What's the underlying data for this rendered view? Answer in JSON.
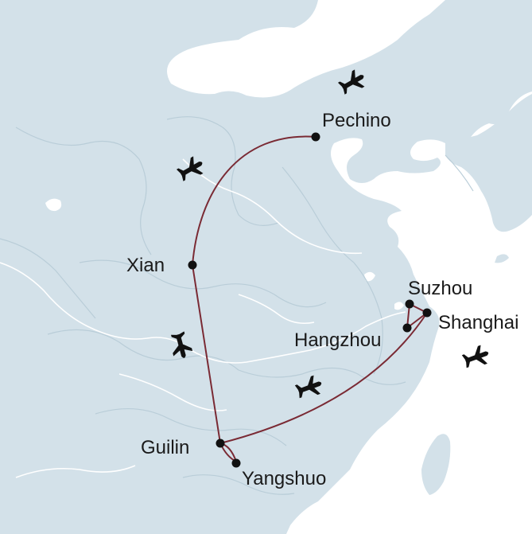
{
  "map": {
    "colors": {
      "land": "#d3e1e9",
      "sea": "#ffffff",
      "river": "#ffffff",
      "border": "#b9cdd8",
      "route": "#7a2a34",
      "marker": "#111111",
      "plane": "#111111"
    },
    "cities": [
      {
        "id": "pechino",
        "label": "Pechino"
      },
      {
        "id": "xian",
        "label": "Xian"
      },
      {
        "id": "suzhou",
        "label": "Suzhou"
      },
      {
        "id": "shanghai",
        "label": "Shanghai"
      },
      {
        "id": "hangzhou",
        "label": "Hangzhou"
      },
      {
        "id": "guilin",
        "label": "Guilin"
      },
      {
        "id": "yangshuo",
        "label": "Yangshuo"
      }
    ],
    "route_stops": [
      "Pechino",
      "Xian",
      "Guilin",
      "Yangshuo",
      "Shanghai",
      "Suzhou",
      "Hangzhou"
    ],
    "icons": [
      "airplane-icon",
      "airplane-icon",
      "airplane-icon",
      "airplane-icon",
      "airplane-icon"
    ]
  }
}
